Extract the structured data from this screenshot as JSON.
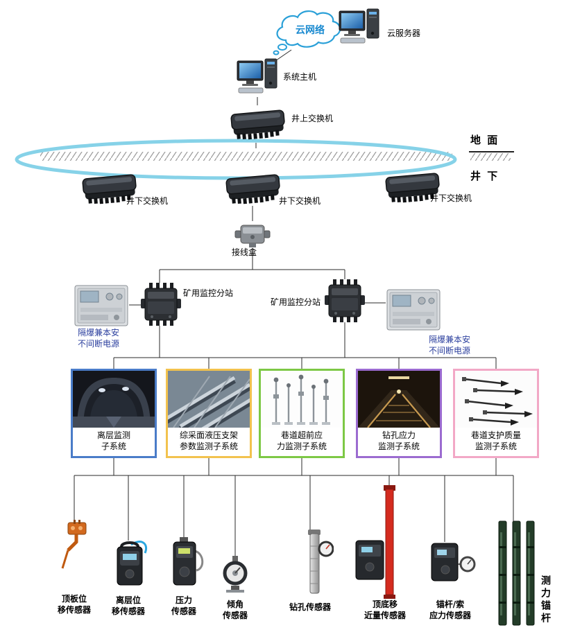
{
  "colors": {
    "ring": "#86d2e8",
    "cloud_stroke": "#2aa0d8",
    "ups_label_blue": "#2b3f9e",
    "red_pole": "#d42b1f",
    "subsys_borders": [
      "#4a7cc8",
      "#f2c24e",
      "#7dc845",
      "#9b6bd0",
      "#f2a8c6"
    ]
  },
  "cloud": {
    "label": "云网络"
  },
  "cloud_server": {
    "label": "云服务器"
  },
  "host": {
    "label": "系统主机"
  },
  "surface_switch": {
    "label": "井上交换机"
  },
  "ground": {
    "surface_label": "地 面",
    "underground_label": "井 下"
  },
  "underground_switches": [
    {
      "label": "井下交换机"
    },
    {
      "label": "井下交换机"
    },
    {
      "label": "井下交换机"
    }
  ],
  "junction_box": {
    "label": "接线盒"
  },
  "substations": [
    {
      "label": "矿用监控分站"
    },
    {
      "label": "矿用监控分站"
    }
  ],
  "ups_units": [
    {
      "label": "隔爆兼本安\n不间断电源"
    },
    {
      "label": "隔爆兼本安\n不间断电源"
    }
  ],
  "subsystems": [
    {
      "label": "离层监测\n子系统"
    },
    {
      "label": "综采面液压支架\n参数监测子系统"
    },
    {
      "label": "巷道超前应\n力监测子系统"
    },
    {
      "label": "钻孔应力\n监测子系统"
    },
    {
      "label": "巷道支护质量\n监测子系统"
    }
  ],
  "sensors": [
    {
      "label": "顶板位\n移传感器"
    },
    {
      "label": "离层位\n移传感器"
    },
    {
      "label": "压力\n传感器"
    },
    {
      "label": "倾角\n传感器"
    },
    {
      "label": "钻孔传感器"
    },
    {
      "label": "顶底移\n近量传感器"
    },
    {
      "label": "锚杆/索\n应力传感器"
    },
    {
      "label": "测力锚杆"
    }
  ]
}
